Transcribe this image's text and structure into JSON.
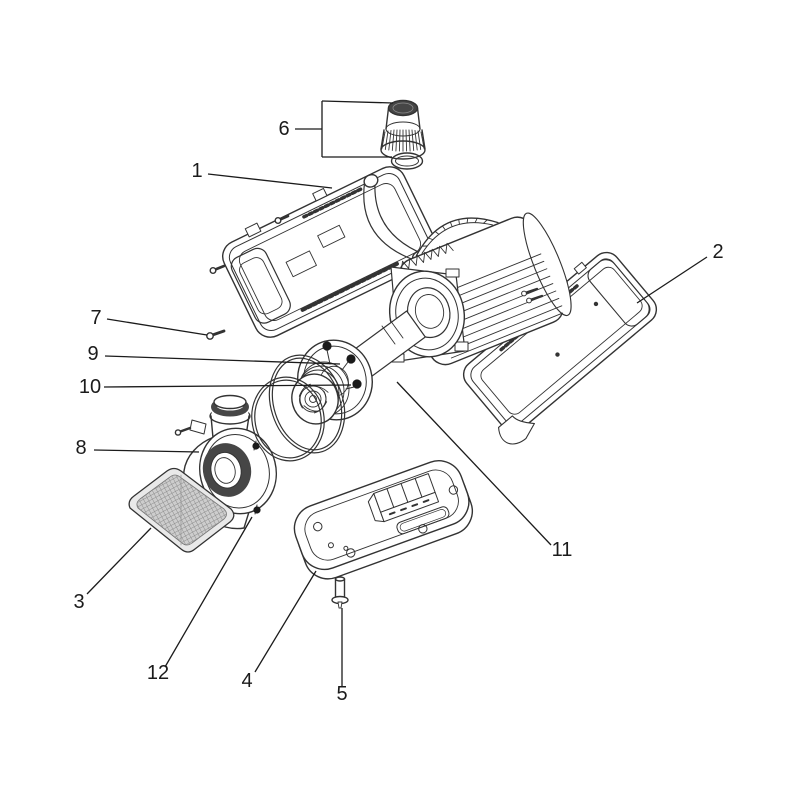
{
  "figure": {
    "kind": "exploded-parts-diagram",
    "background": "#ffffff"
  },
  "colors": {
    "line": "#333333",
    "label": "#1b1b1b",
    "dark_fill": "#464646",
    "mesh_fill": "#cdcdcd",
    "mesh_grid": "#8d8d8d",
    "white": "#ffffff"
  },
  "callouts": [
    {
      "label": "1"
    },
    {
      "label": "2"
    },
    {
      "label": "3"
    },
    {
      "label": "4"
    },
    {
      "label": "5"
    },
    {
      "label": "6"
    },
    {
      "label": "7"
    },
    {
      "label": "8"
    },
    {
      "label": "9"
    },
    {
      "label": "10"
    },
    {
      "label": "11"
    },
    {
      "label": "12"
    }
  ]
}
